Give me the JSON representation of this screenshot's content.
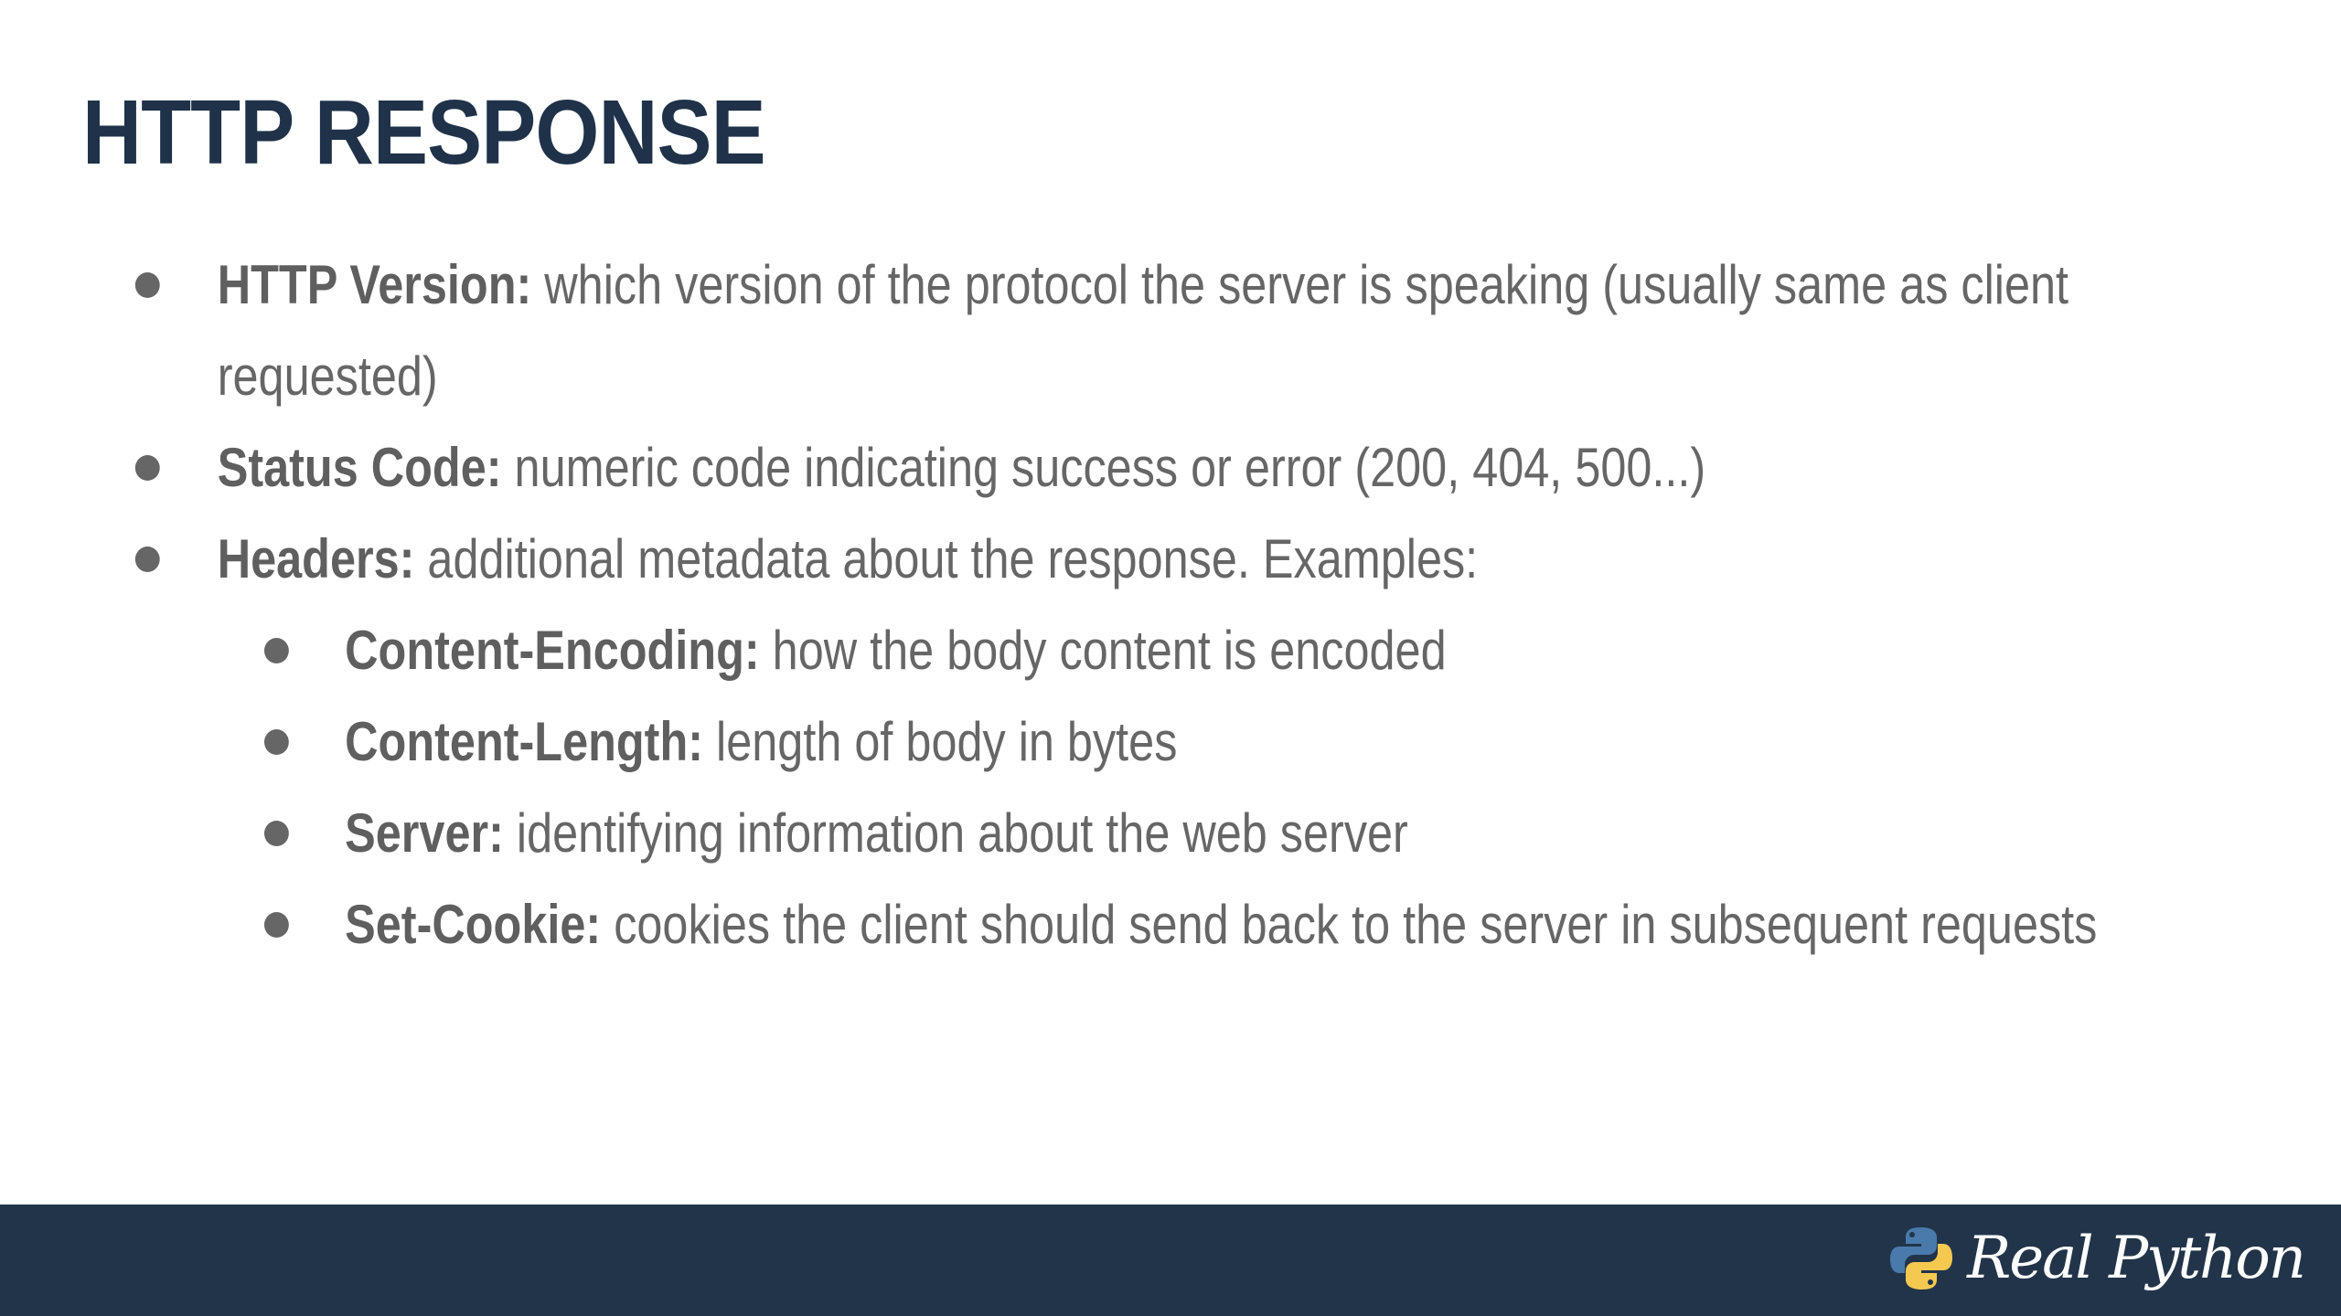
{
  "title": "HTTP RESPONSE",
  "bullets": [
    {
      "term": "HTTP Version:",
      "desc": "which version of the protocol the server is speaking (usually same as client requested)"
    },
    {
      "term": "Status Code:",
      "desc": "numeric code indicating success or error (200, 404, 500...)"
    },
    {
      "term": "Headers:",
      "desc": "additional metadata about the response. Examples:"
    }
  ],
  "sub_bullets": [
    {
      "term": "Content-Encoding:",
      "desc": "how the body content is encoded"
    },
    {
      "term": "Content-Length:",
      "desc": "length of body in bytes"
    },
    {
      "term": "Server:",
      "desc": "identifying information about the web server"
    },
    {
      "term": "Set-Cookie:",
      "desc": "cookies the client should send back to the server in subsequent requests"
    }
  ],
  "footer": {
    "logo_text": "Real Python"
  },
  "colors": {
    "title": "#1f3249",
    "text": "#666666",
    "footer": "#22344a",
    "python_blue": "#4a7aab",
    "python_yellow": "#f5c94f"
  }
}
